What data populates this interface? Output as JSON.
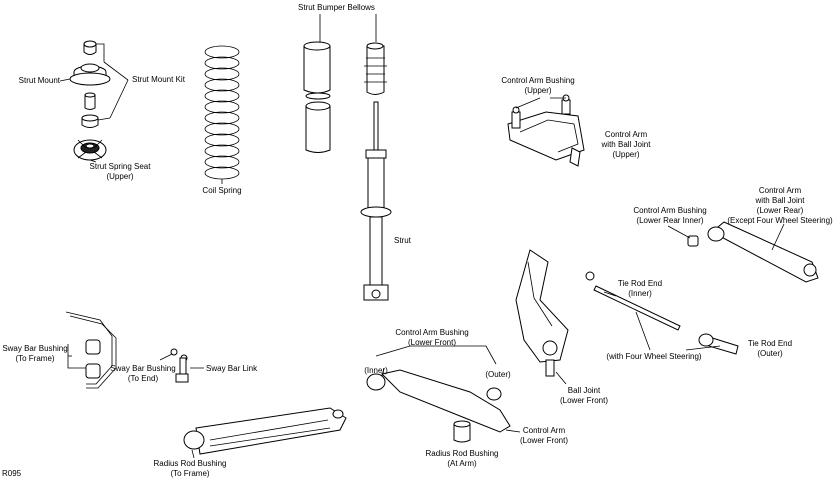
{
  "diagram_code": "R095",
  "labels": {
    "strut_bumper_bellows": "Strut Bumper Bellows",
    "strut_mount": "Strut Mount",
    "strut_mount_kit": "Strut Mount Kit",
    "strut_spring_seat": [
      "Strut Spring Seat",
      "(Upper)"
    ],
    "coil_spring": "Coil Spring",
    "strut": "Strut",
    "control_arm_bushing_upper": [
      "Control Arm Bushing",
      "(Upper)"
    ],
    "control_arm_ball_joint_upper": [
      "Control Arm",
      "with Ball Joint",
      "(Upper)"
    ],
    "control_arm_ball_joint_lower_rear": [
      "Control Arm",
      "with Ball Joint",
      "(Lower Rear)",
      "(Except Four Wheel Steering)"
    ],
    "control_arm_bushing_lower_rear_inner": [
      "Control Arm Bushing",
      "(Lower Rear Inner)"
    ],
    "tie_rod_end_inner": [
      "Tie Rod End",
      "(Inner)"
    ],
    "tie_rod_end_outer": [
      "Tie Rod End",
      "(Outer)"
    ],
    "four_wheel_steering": "(with Four Wheel Steering)",
    "sway_bar_bushing_frame": [
      "Sway Bar Bushing",
      "(To Frame)"
    ],
    "sway_bar_bushing_end": [
      "Sway Bar Bushing",
      "(To End)"
    ],
    "sway_bar_link": "Sway Bar Link",
    "control_arm_bushing_lower_front": [
      "Control Arm Bushing",
      "(Lower Front)"
    ],
    "inner": "(Inner)",
    "outer": "(Outer)",
    "ball_joint_lower_front": [
      "Ball Joint",
      "(Lower Front)"
    ],
    "control_arm_lower_front": [
      "Control Arm",
      "(Lower Front)"
    ],
    "radius_rod_bushing_arm": [
      "Radius Rod Bushing",
      "(At Arm)"
    ],
    "radius_rod_bushing_frame": [
      "Radius Rod Bushing",
      "(To Frame)"
    ]
  }
}
